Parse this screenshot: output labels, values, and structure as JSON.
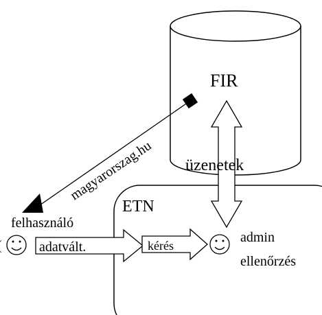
{
  "database": {
    "label": "FIR"
  },
  "subsystem": {
    "label": "ETN"
  },
  "link": {
    "label": "magyarorszag.hu"
  },
  "messages": {
    "label": "üzenetek"
  },
  "user": {
    "label": "felhasználó",
    "icon": "smiley-icon",
    "edge_marker": "("
  },
  "data_change": {
    "label": "adatvált."
  },
  "request": {
    "label": "kérés"
  },
  "admin": {
    "line1": "admin",
    "line2": "ellenőrzés",
    "icon": "smiley-icon"
  },
  "colors": {
    "stroke": "#000000",
    "fill": "#ffffff"
  }
}
